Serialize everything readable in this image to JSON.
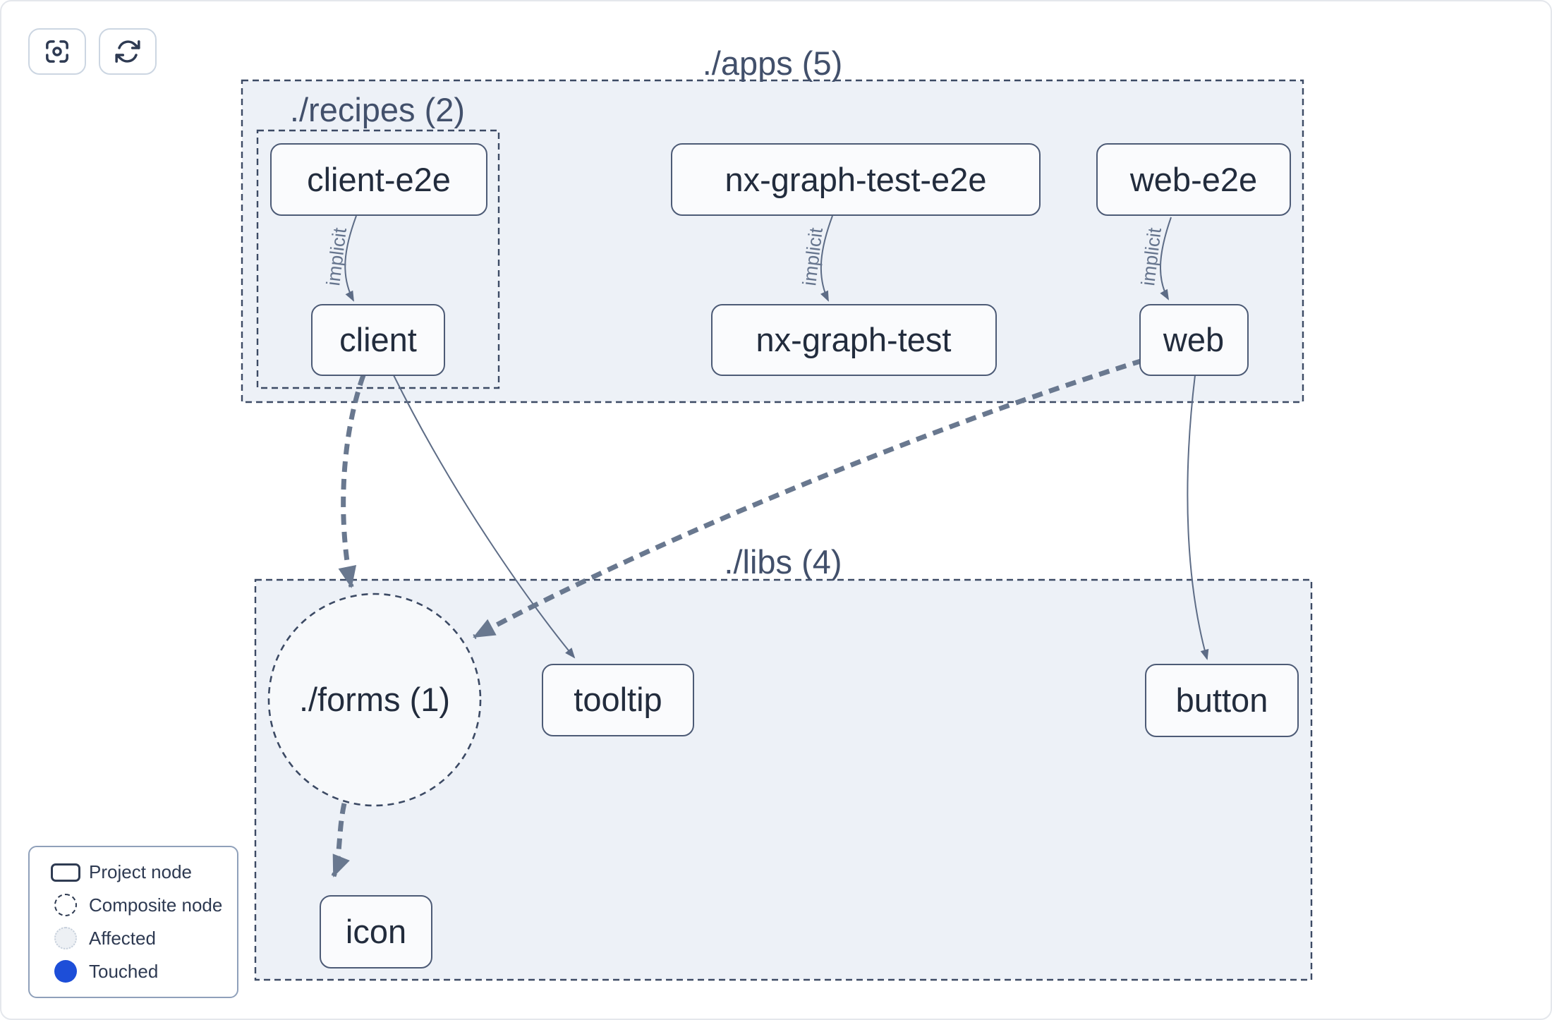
{
  "toolbar": {
    "buttons": [
      {
        "icon": "focus-icon"
      },
      {
        "icon": "refresh-icon"
      }
    ]
  },
  "graph": {
    "groups": [
      {
        "id": "apps",
        "label": "./apps (5)"
      },
      {
        "id": "recipes",
        "label": "./recipes (2)"
      },
      {
        "id": "libs",
        "label": "./libs (4)"
      }
    ],
    "composite_nodes": [
      {
        "id": "forms",
        "label": "./forms (1)"
      }
    ],
    "project_nodes": [
      {
        "id": "client-e2e",
        "label": "client-e2e"
      },
      {
        "id": "nx-graph-test-e2e",
        "label": "nx-graph-test-e2e"
      },
      {
        "id": "web-e2e",
        "label": "web-e2e"
      },
      {
        "id": "client",
        "label": "client"
      },
      {
        "id": "nx-graph-test",
        "label": "nx-graph-test"
      },
      {
        "id": "web",
        "label": "web"
      },
      {
        "id": "tooltip",
        "label": "tooltip"
      },
      {
        "id": "button",
        "label": "button"
      },
      {
        "id": "icon",
        "label": "icon"
      }
    ],
    "edges": [
      {
        "from": "client-e2e",
        "to": "client",
        "label": "implicit",
        "style": "implicit-thin"
      },
      {
        "from": "nx-graph-test-e2e",
        "to": "nx-graph-test",
        "label": "implicit",
        "style": "implicit-thin"
      },
      {
        "from": "web-e2e",
        "to": "web",
        "label": "implicit",
        "style": "implicit-thin"
      },
      {
        "from": "client",
        "to": "./forms (1)",
        "style": "thick-dashed"
      },
      {
        "from": "client",
        "to": "tooltip",
        "style": "thin-solid"
      },
      {
        "from": "web",
        "to": "./forms (1)",
        "style": "thick-dashed"
      },
      {
        "from": "web",
        "to": "button",
        "style": "thin-solid"
      },
      {
        "from": "./forms (1)",
        "to": "icon",
        "style": "thick-dashed"
      }
    ]
  },
  "legend": {
    "items": [
      {
        "label": "Project node",
        "swatch": "project"
      },
      {
        "label": "Composite node",
        "swatch": "composite"
      },
      {
        "label": "Affected",
        "swatch": "affected"
      },
      {
        "label": "Touched",
        "swatch": "touched"
      }
    ]
  },
  "colors": {
    "touched_blue": "#1d4ed8",
    "affected_fill": "#edf0f4",
    "affected_border": "#c6cfdb",
    "group_fill": "#edf1f7",
    "group_border": "#3c4a64",
    "node_fill": "#fafbfd",
    "node_border": "#4d5b76",
    "node_text": "#222c3d",
    "group_label": "#42506b",
    "edge_thin": "#5d6c86",
    "edge_thick": "#69788f",
    "edge_label": "#66758e"
  }
}
